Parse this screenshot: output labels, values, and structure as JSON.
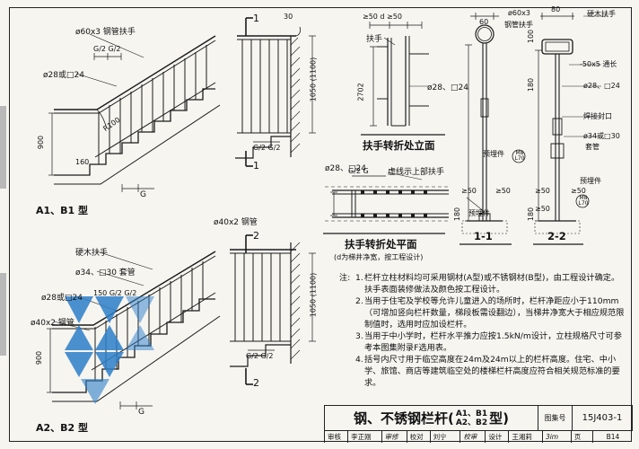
{
  "labels": {
    "a1b1_caption": "A1、B1 型",
    "a2b2_caption": "A2、B2 型",
    "section_1_top": "1",
    "section_1_bottom": "1",
    "section_2_top": "2",
    "section_2_bottom": "2",
    "turn_elevation_caption": "扶手转折处立面",
    "turn_plan_caption": "扶手转折处平面",
    "turn_plan_sub": "(d为梯井净宽，按工程设计)",
    "section_11": "1-1",
    "section_22": "2-2",
    "pipe_60x3_a": "ø60x3 钢管扶手",
    "post_28_24_a": "ø28或□24",
    "g2_g2_a": "G/2 G/2",
    "r100": "R100",
    "h900_a": "900",
    "h160": "160",
    "g_a": "G",
    "top_30": "30",
    "h1050_1100_a": "1050 (1100)",
    "g2_g2_b": "G/2 G/2",
    "pipe_40x2": "ø40x2 钢管",
    "h1050_1100_b": "1050 (1100)",
    "g2_g2_c": "G/2 G/2",
    "hardwood_rail_a": "硬木扶手",
    "sleeve_34_30": "ø34、□30 套管",
    "post_28_24_b": "ø28或□24",
    "g150": "150 G/2 G/2",
    "pipe_40x2_b": "ø40x2 钢管",
    "h900_b": "900",
    "g_b": "G",
    "dim_50_d_50": "≥50 d ≥50",
    "handrail": "扶手",
    "h2702": "2702",
    "post_28_24_c": "ø28、□24",
    "plan_28_24": "ø28、□24",
    "plan_g2_g": "G/2  G",
    "plan_dashed": "虚线示上部扶手",
    "d60": "60",
    "pipe_60x3_b": "ø60x3",
    "pipe_60x3_b2": "钢管扶手",
    "d80": "80",
    "hardwood_rail_b": "硬木扶手",
    "bar_50x5": "-50x5 通长",
    "post_28_24_d": "ø28、□24",
    "weld_cap": "焊接封口",
    "sleeve_34_30_b": "ø34或□30",
    "sleeve_b2": "套管",
    "h100": "100",
    "h180_a": "180",
    "h180_b": "180",
    "h180_c": "180",
    "embed_a": "预埋件",
    "embed_b": "预埋件",
    "embed_c": "预埋件",
    "m8_a": "M8 L70",
    "m8_b": "M8 L70",
    "ge50_a": "≥50",
    "ge50_b": "≥50",
    "ge50_c": "≥50",
    "ge50_d": "≥50",
    "ge50_e": "≥50"
  },
  "notes": {
    "lead": "注:",
    "items": [
      {
        "num": "1.",
        "text": "栏杆立柱材料均可采用钢材(A型)或不锈钢材(B型)，由工程设计确定。扶手表面装修做法及颜色按工程设计。"
      },
      {
        "num": "2.",
        "text": "当用于住宅及学校等允许儿童进入的场所时，栏杆净距应小于110mm（可增加竖向栏杆数量，梯段板需设翻边），当梯井净宽大于相应规范限制值时，选用时应加设栏杆。"
      },
      {
        "num": "3.",
        "text": "当用于中小学时，栏杆水平推力应按1.5kN/m设计，立柱规格尺寸可参考本图集附录F选用表。"
      },
      {
        "num": "4.",
        "text": "括号内尺寸用于临空高度在24m及24m以上的栏杆高度。住宅、中小学、旅馆、商店等建筑临空处的楼梯栏杆高度应符合相关规范标准的要求。"
      }
    ]
  },
  "title_block": {
    "title_main": "钢、不锈钢栏杆(",
    "title_sub_line1": "A1、B1",
    "title_sub_line2": "A2、B2",
    "title_tail": "型)",
    "atlas_label": "图集号",
    "atlas_no": "15J403-1",
    "page_label": "页",
    "page_no": "B14",
    "sign_row": [
      "审核",
      "李正刚",
      "审修",
      "校对",
      "刘宁",
      "校审",
      "设计",
      "王湘莉",
      "3im"
    ]
  },
  "colors": {
    "line": "#1a1a1a",
    "watermark_blue": "#2e7fc9",
    "tab_gray": "#b9b9b9"
  }
}
